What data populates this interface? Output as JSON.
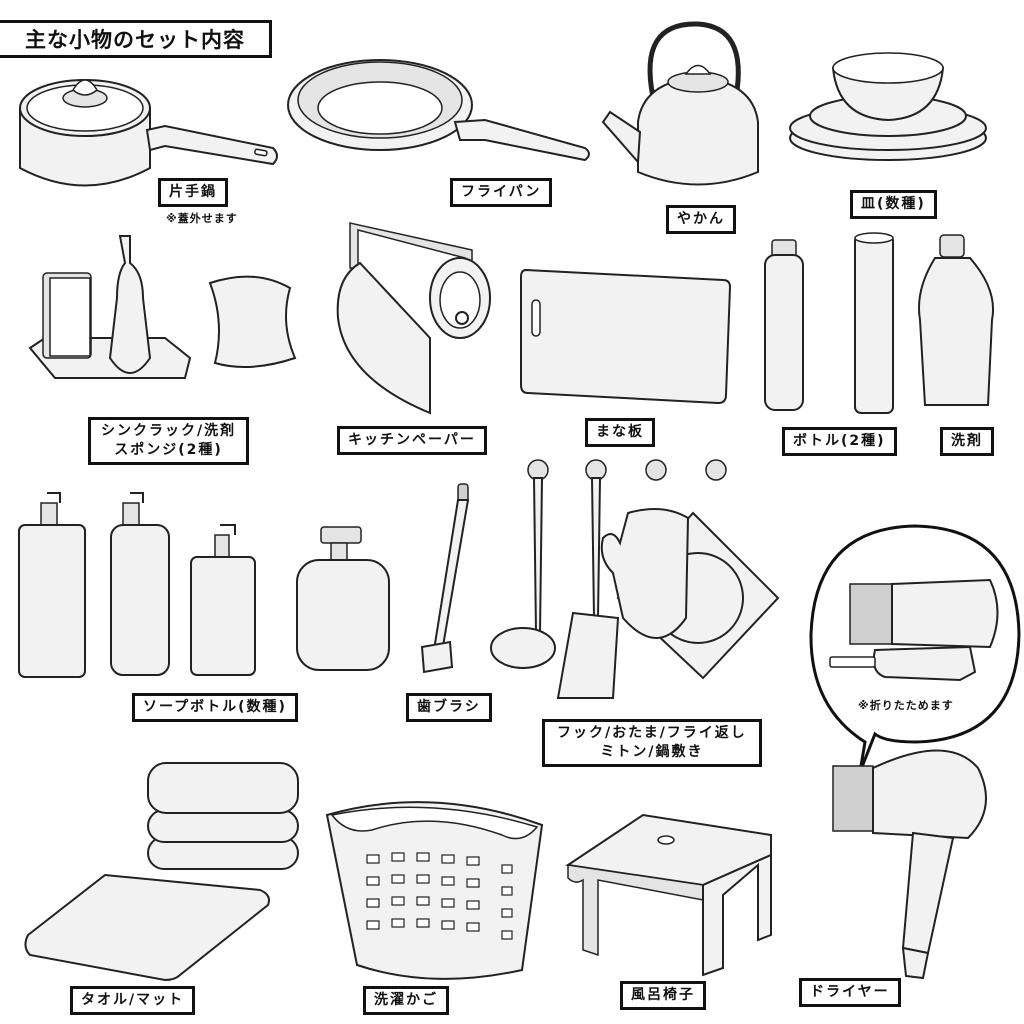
{
  "title": "主な小物のセット内容",
  "items": [
    {
      "id": "saucepan",
      "label": "片手鍋",
      "note": "※蓋外せます"
    },
    {
      "id": "frying-pan",
      "label": "フライパン"
    },
    {
      "id": "kettle",
      "label": "やかん"
    },
    {
      "id": "plates",
      "label": "皿(数種)"
    },
    {
      "id": "sink-rack",
      "label_line1": "シンクラック/洗剤",
      "label_line2": "スポンジ(2種)"
    },
    {
      "id": "kitchen-paper",
      "label": "キッチンペーパー"
    },
    {
      "id": "cutting-board",
      "label": "まな板"
    },
    {
      "id": "bottles",
      "label": "ボトル(2種)"
    },
    {
      "id": "detergent",
      "label": "洗剤"
    },
    {
      "id": "soap-bottles",
      "label": "ソープボトル(数種)"
    },
    {
      "id": "toothbrush",
      "label": "歯ブラシ"
    },
    {
      "id": "hooks",
      "label_line1": "フック/おたま/フライ返し",
      "label_line2": "ミトン/鍋敷き"
    },
    {
      "id": "dryer-callout",
      "note": "※折りたためます"
    },
    {
      "id": "towel-mat",
      "label": "タオル/マット"
    },
    {
      "id": "laundry-basket",
      "label": "洗濯かご"
    },
    {
      "id": "bath-stool",
      "label": "風呂椅子"
    },
    {
      "id": "dryer",
      "label": "ドライヤー"
    }
  ]
}
